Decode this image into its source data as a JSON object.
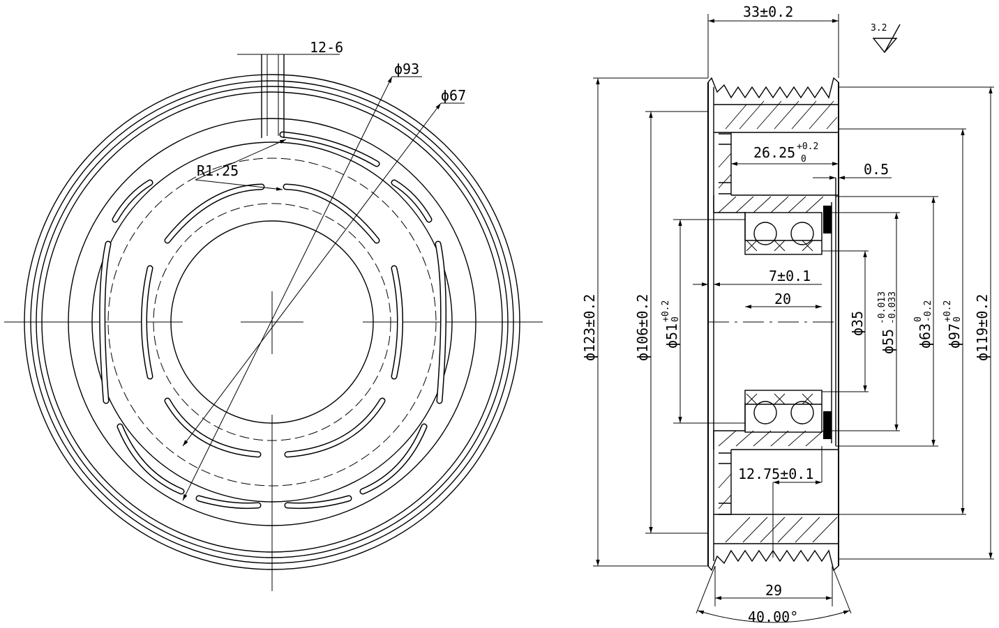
{
  "front_view": {
    "slot_width": "12-6",
    "dia_93": "ϕ93",
    "dia_67": "ϕ67",
    "radius": "R1.25"
  },
  "section_view": {
    "width_total": "33±0.2",
    "surface_finish": "3.2",
    "depth_bore": "26.25",
    "depth_bore_tol_upper": "+0.2",
    "depth_bore_tol_lower": "0",
    "offset_small": "0.5",
    "offset_7": "7±0.1",
    "bearing_width": "20",
    "offset_12_75": "12.75±0.1",
    "groove_width": "29",
    "groove_angle": "40.00°",
    "dia_123": "ϕ123±0.2",
    "dia_106": "ϕ106±0.2",
    "dia_51": "ϕ51",
    "dia_51_upper": "+0.2",
    "dia_51_lower": "0",
    "dia_35": "ϕ35",
    "dia_55": "ϕ55",
    "dia_55_upper": "-0.013",
    "dia_55_lower": "-0.033",
    "dia_63": "ϕ63",
    "dia_63_upper": "0",
    "dia_63_lower": "-0.2",
    "dia_97": "ϕ97",
    "dia_97_upper": "+0.2",
    "dia_97_lower": "0",
    "dia_119": "ϕ119±0.2"
  }
}
